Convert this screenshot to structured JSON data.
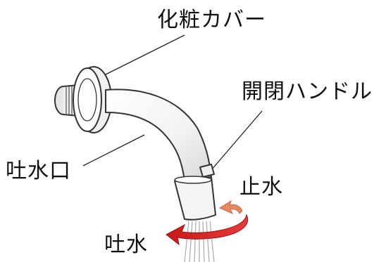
{
  "labels": {
    "cover": "化粧カバー",
    "handle": "開閉ハンドル",
    "outlet": "吐水口",
    "stop": "止水",
    "flow": "吐水"
  },
  "colors": {
    "outline": "#333333",
    "stop_arrow": "#e88860",
    "flow_arrow": "#d81e1e",
    "water": "#aaaaaa"
  }
}
